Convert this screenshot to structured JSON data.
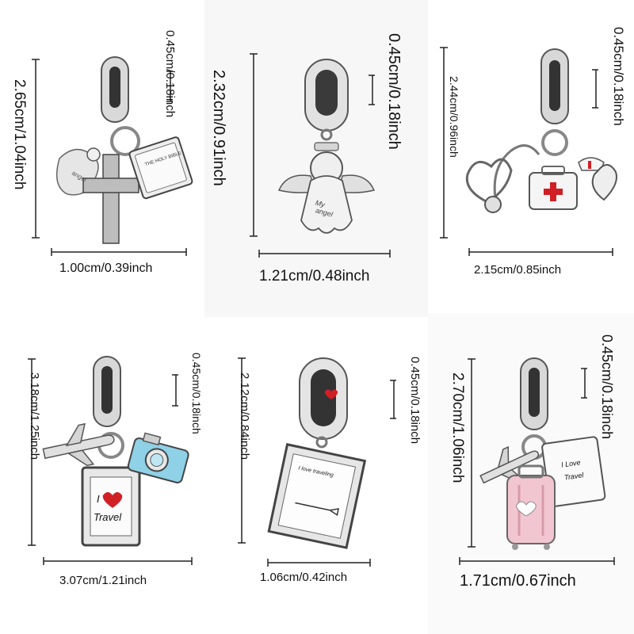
{
  "charms": [
    {
      "name": "cross-angel-bible",
      "height_label": "2.65cm/1.04inch",
      "bail_label": "0.45cm/0.18inch",
      "width_label": "1.00cm/0.39inch",
      "engravings": [
        "angel",
        "THE HOLY BIBLE"
      ]
    },
    {
      "name": "my-angel",
      "height_label": "2.32cm/0.91inch",
      "bail_label": "0.45cm/0.18inch",
      "width_label": "1.21cm/0.48inch",
      "engravings": [
        "My",
        "angel"
      ]
    },
    {
      "name": "nurse-stethoscope",
      "height_label": "2.44cm/0.96inch",
      "bail_label": "0.45cm/0.18inch",
      "width_label": "2.15cm/0.85inch",
      "engravings": []
    },
    {
      "name": "i-love-travel-camera",
      "height_label": "3.18cm/1.25inch",
      "bail_label": "0.45cm/0.18inch",
      "width_label": "3.07cm/1.21inch",
      "engravings": [
        "I",
        "Travel"
      ]
    },
    {
      "name": "i-love-traveling-book",
      "height_label": "2.12cm/0.84inch",
      "bail_label": "0.45cm/0.18inch",
      "width_label": "1.06cm/0.42inch",
      "engravings": [
        "I love traveling"
      ]
    },
    {
      "name": "pink-suitcase",
      "height_label": "2.70cm/1.06inch",
      "bail_label": "0.45cm/0.18inch",
      "width_label": "1.71cm/0.67inch",
      "engravings": [
        "I Love",
        "Travel"
      ]
    }
  ]
}
